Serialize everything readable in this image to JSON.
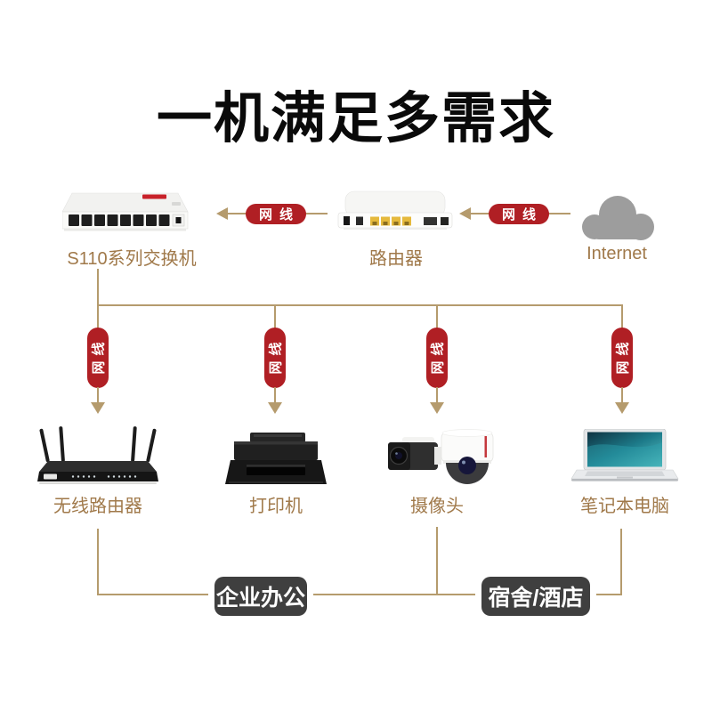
{
  "title": "一机满足多需求",
  "cable_label": "网线",
  "top_row": {
    "switch_label": "S110系列交换机",
    "router_label": "路由器",
    "internet_label": "Internet"
  },
  "devices": [
    {
      "label": "无线路由器"
    },
    {
      "label": "打印机"
    },
    {
      "label": "摄像头"
    },
    {
      "label": "笔记本电脑"
    }
  ],
  "groups": [
    {
      "label": "企业办公"
    },
    {
      "label": "宿舍/酒店"
    }
  ],
  "colors": {
    "cable_red": "#b01f24",
    "line_tan": "#b59b6d",
    "label_bronze": "#a0794a",
    "group_badge_dark": "#3f3f3f",
    "title_black": "#0a0a0a",
    "cloud_gray": "#9d9d9d"
  }
}
